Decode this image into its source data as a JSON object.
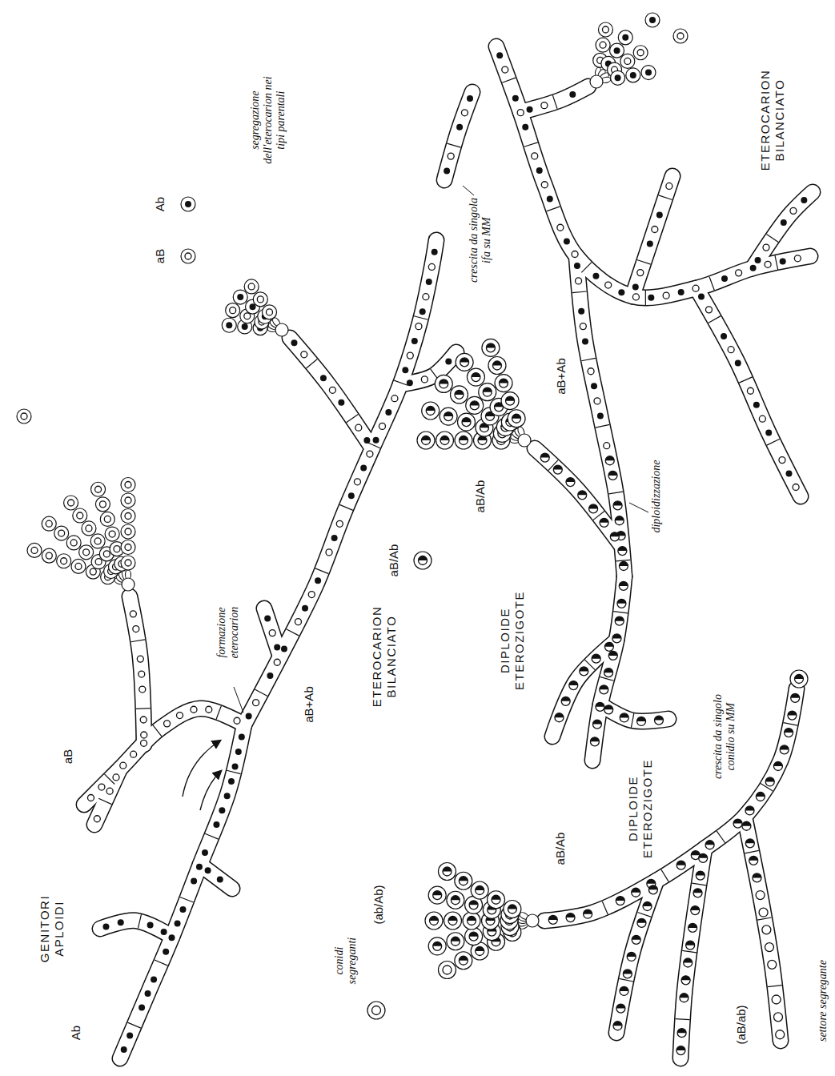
{
  "diagram": {
    "labels": [
      "GENITORI APLOIDI",
      "aB",
      "Ab",
      "formazione eterocarion",
      "aB+Ab",
      "ETEROCARION BILANCIATO",
      "Ab",
      "aB",
      "segregazione dell'eterocarion nei tipi parentali",
      "crescita da singola ifa su MM",
      "ETEROCARION BILANCIATO",
      "aB+Ab",
      "diploidizzazione",
      "aB/Ab",
      "aB/Ab",
      "DIPLOIDE ETEROZIGOTE",
      "crescita da singolo conidio su MM",
      "DIPLOIDE ETEROZIGOTE",
      "aB/Ab",
      "conidi segreganti",
      "(ab/Ab)",
      "(aB/ab)",
      "settore segregante"
    ]
  }
}
